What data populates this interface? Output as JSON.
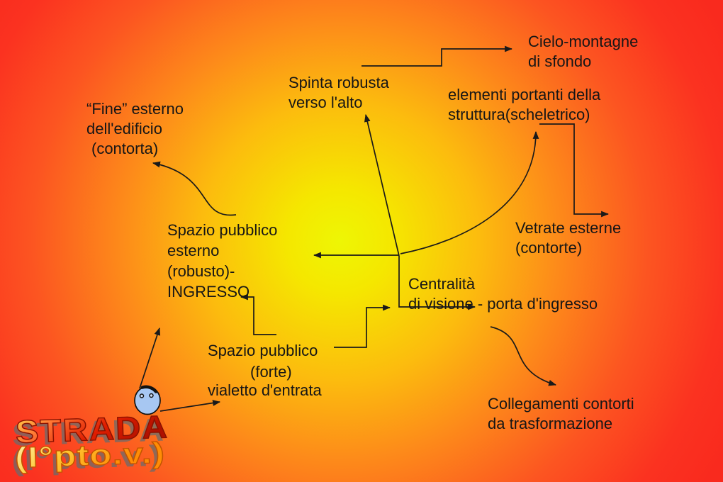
{
  "slide": {
    "type": "concept-diagram",
    "language": "it"
  },
  "labels": {
    "fine_esterno": {
      "lines": [
        "“Fine” esterno",
        "dell'edificio",
        "(contorta)"
      ]
    },
    "spinta": {
      "lines": [
        "Spinta robusta",
        "verso l'alto"
      ]
    },
    "cielo": {
      "lines": [
        "Cielo-montagne",
        "di sfondo"
      ]
    },
    "elementi": {
      "lines": [
        "elementi portanti della",
        "struttura(scheletrico)"
      ]
    },
    "vetrate": {
      "lines": [
        "Vetrate esterne",
        "(contorte)"
      ]
    },
    "spazio_esterno": {
      "lines": [
        "Spazio pubblico",
        "esterno",
        "(robusto)-",
        "INGRESSO"
      ]
    },
    "centralita": {
      "lines": [
        "Centralità",
        "di visione - porta d'ingresso"
      ]
    },
    "spazio_forte": {
      "lines": [
        "Spazio pubblico",
        "(forte)",
        "vialetto d'entrata"
      ]
    },
    "collegamenti": {
      "lines": [
        "Collegamenti contorti",
        "da trasformazione"
      ]
    },
    "wordart": {
      "title": "STRADA",
      "subtitle": "(I°pto.v.)"
    }
  },
  "icons": {
    "smiley": "smiley-face"
  },
  "colors": {
    "background_center": "#eef604",
    "background_edge": "#f92a1e",
    "line": "#1a1a1a",
    "text": "#161616",
    "smiley_fill": "#a7c7f2",
    "wordart_title_gradient": [
      "#ffd84d",
      "#ff7433",
      "#e01d00",
      "#b01000"
    ],
    "wordart_subtitle_gradient": [
      "#fff3b0",
      "#ffc833",
      "#ff8d05"
    ],
    "wordart_shadow": "#6b6b6b"
  }
}
